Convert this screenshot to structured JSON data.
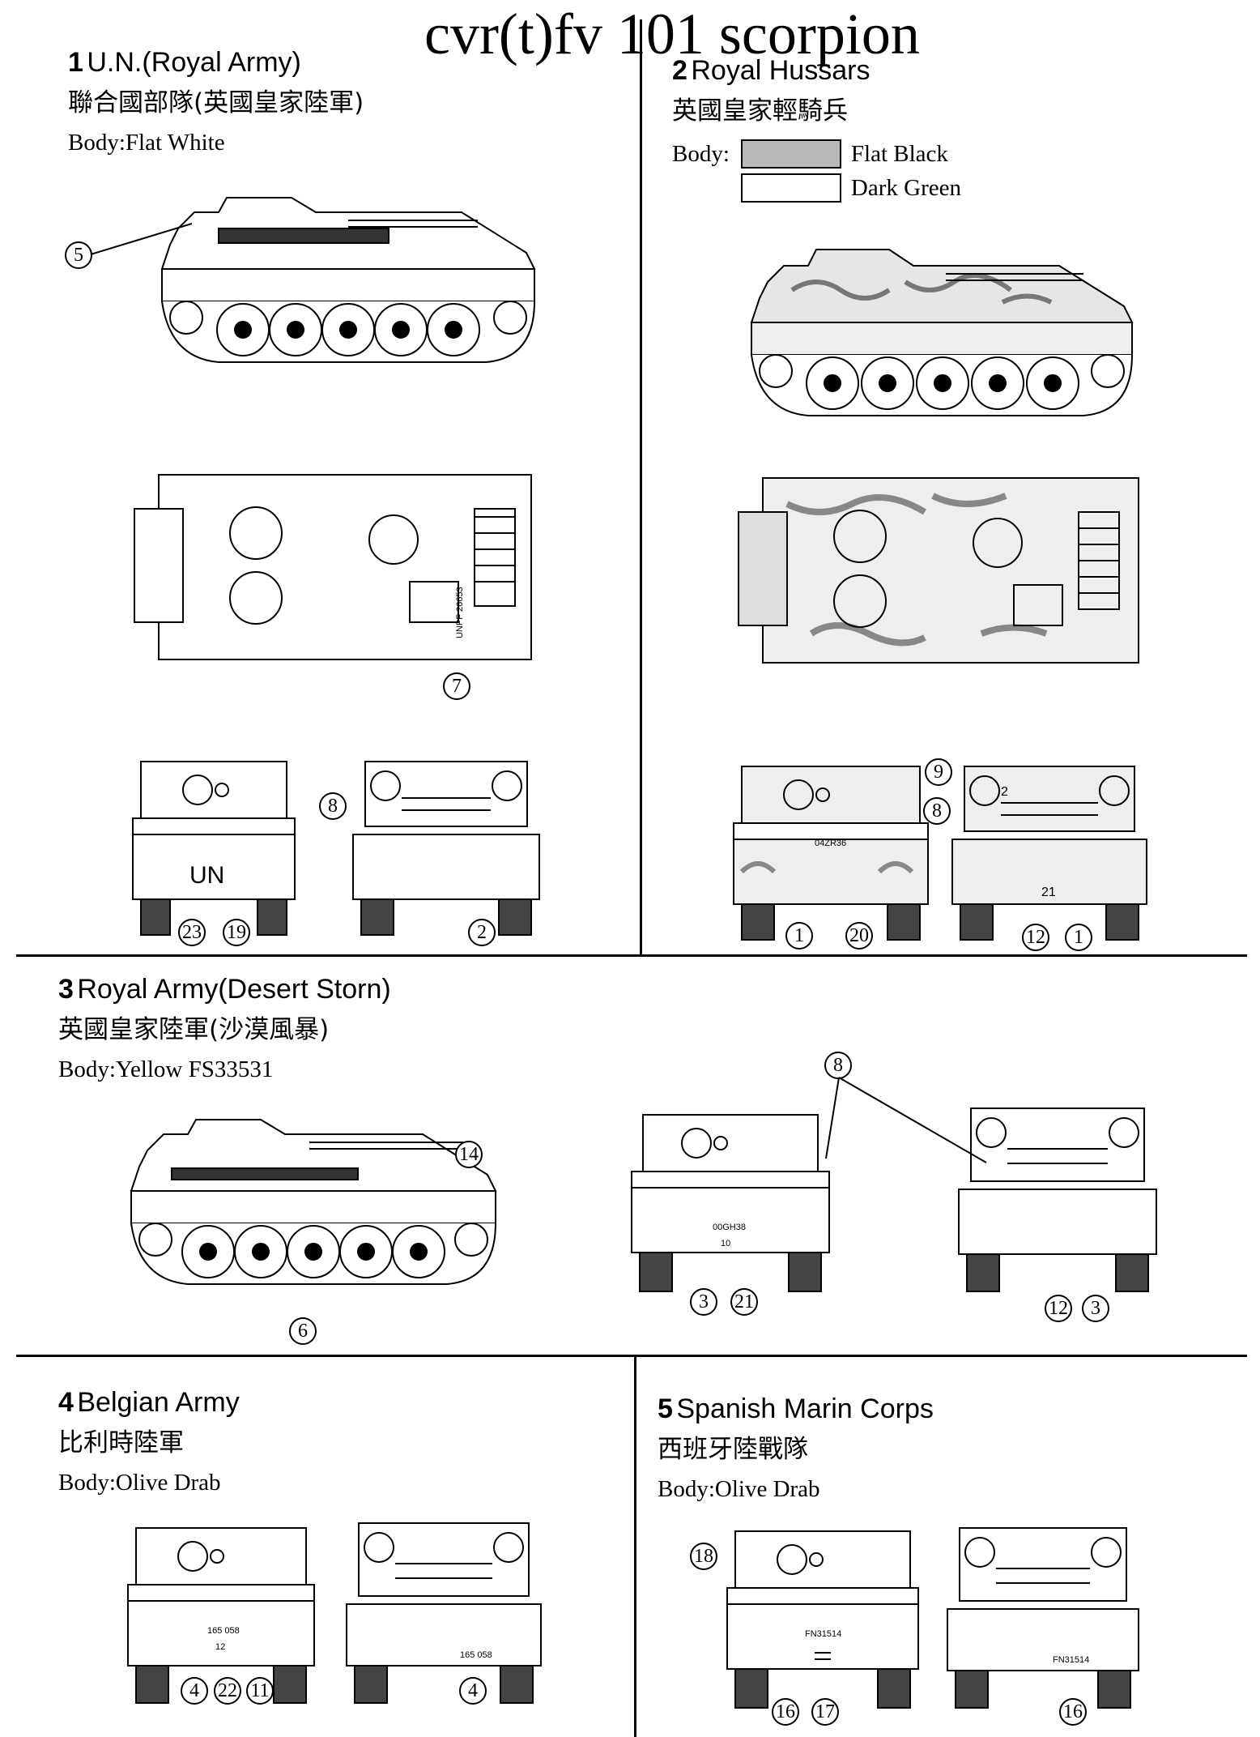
{
  "title": "cvr(t)fv 101 scorpion",
  "sections": [
    {
      "num": "1",
      "name": "U.N.(Royal Army)",
      "zh": "聯合國部隊(英國皇家陸軍)",
      "body": "Body:Flat White"
    },
    {
      "num": "2",
      "name": "Royal Hussars",
      "zh": "英國皇家輕騎兵",
      "body": "Body:"
    },
    {
      "num": "3",
      "name": "Royal Army(Desert Storn)",
      "zh": "英國皇家陸軍(沙漠風暴)",
      "body": "Body:Yellow FS33531"
    },
    {
      "num": "4",
      "name": "Belgian Army",
      "zh": "比利時陸軍",
      "body": "Body:Olive Drab"
    },
    {
      "num": "5",
      "name": "Spanish Marin Corps",
      "zh": "西班牙陸戰隊",
      "body": "Body:Olive Drab"
    }
  ],
  "legend": {
    "flat_black": "Flat Black",
    "dark_green": "Dark Green"
  },
  "colors": {
    "flat_black_swatch": "#b9b9b9",
    "dark_green_swatch": "#ffffff"
  },
  "plates": {
    "un": "UN",
    "p1": "UNPF 26653",
    "p2": "04ZR36",
    "p2b": "21",
    "p2c": "2",
    "p3": "00GH38",
    "p3b": "10",
    "p4": "165 058",
    "p4b": "12",
    "p5": "FN31514"
  },
  "callouts": {
    "c5": "5",
    "c7": "7",
    "c8a": "8",
    "c23": "23",
    "c19": "19",
    "c2": "2",
    "c9": "9",
    "c8b": "8",
    "c1a": "1",
    "c20": "20",
    "c12a": "12",
    "c1b": "1",
    "c14": "14",
    "c6": "6",
    "c8c": "8",
    "c3a": "3",
    "c21": "21",
    "c12b": "12",
    "c3b": "3",
    "c4a": "4",
    "c22": "22",
    "c11": "11",
    "c4b": "4",
    "c18": "18",
    "c16a": "16",
    "c17": "17",
    "c16b": "16"
  }
}
